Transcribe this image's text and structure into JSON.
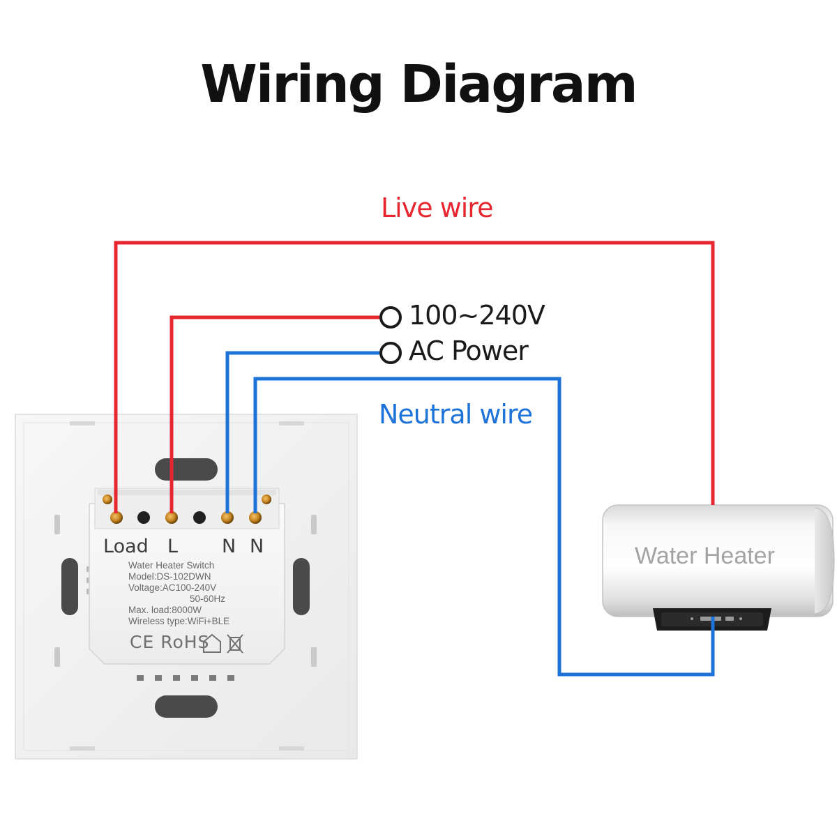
{
  "title": "Wiring Diagram",
  "wires": {
    "live_label": "Live wire",
    "neutral_label": "Neutral wire",
    "live_color": "#e8262f",
    "neutral_color": "#1e73d8"
  },
  "power": {
    "voltage": "100~240V",
    "type": "AC Power"
  },
  "switch": {
    "terminals": [
      "Load",
      "L",
      "N",
      "N"
    ],
    "spec_lines": [
      "Water Heater Switch",
      "Model:DS-102DWN",
      "Voltage:AC100-240V",
      "50-60Hz",
      "Max. load:8000W",
      "Wireless type:WiFi+BLE"
    ],
    "certifications": "CE RoHS"
  },
  "heater": {
    "label": "Water Heater"
  }
}
